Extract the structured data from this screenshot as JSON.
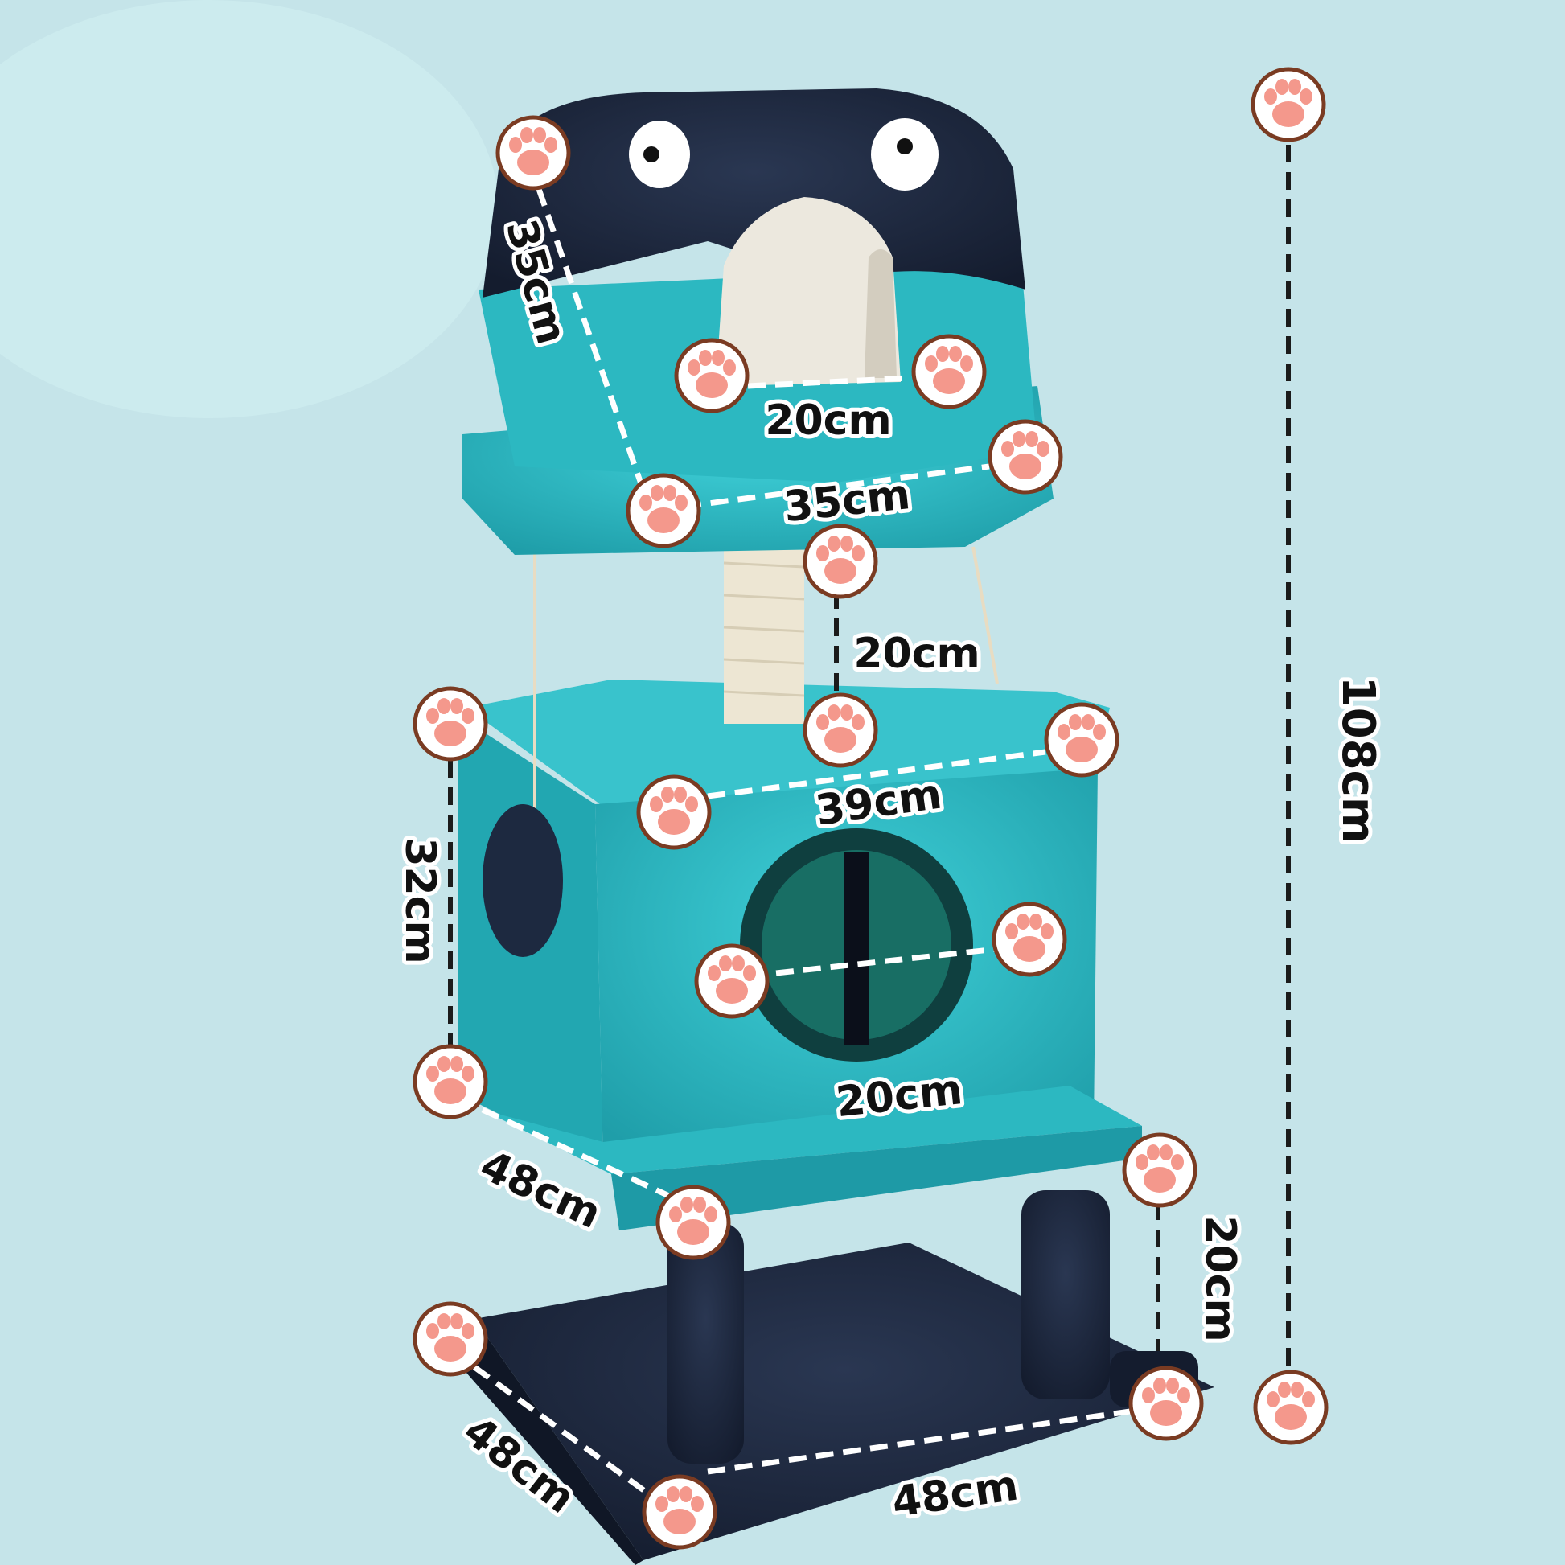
{
  "colors": {
    "background": "#c5e4e9",
    "teal_fur": "#2bbcc6",
    "teal_fur_dark": "#1e9aa6",
    "navy_fur": "#1d2940",
    "sisal": "#ede6d3",
    "paw_fill": "#ffffff",
    "paw_pad": "#f4988c",
    "paw_outline": "#7a3b22",
    "label_text": "#111111",
    "label_outline": "#ffffff"
  },
  "dimensions": {
    "top_house_depth": "35cm",
    "top_opening_width": "20cm",
    "top_house_width": "35cm",
    "post_height": "20cm",
    "middle_box_width": "39cm",
    "middle_box_height": "32cm",
    "middle_hole_width": "20cm",
    "middle_box_depth": "48cm",
    "leg_height": "20cm",
    "base_depth": "48cm",
    "base_width": "48cm",
    "total_height": "108cm"
  },
  "icons": {
    "marker": "paw-icon"
  }
}
